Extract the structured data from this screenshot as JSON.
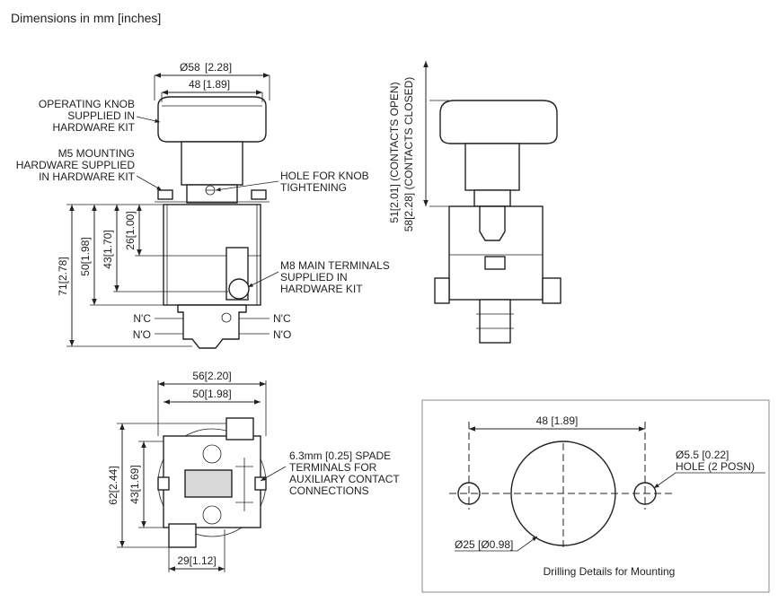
{
  "page": {
    "title": "Dimensions in mm [inches]"
  },
  "front_view": {
    "dia_knob": "Ø58",
    "dia_knob_in": "[2.28]",
    "knob_width": "48",
    "knob_width_in": "[1.89]",
    "note_knob": [
      "OPERATING KNOB",
      "SUPPLIED IN",
      "HARDWARE KIT"
    ],
    "note_mounting": [
      "M5 MOUNTING",
      "HARDWARE SUPPLIED",
      "IN HARDWARE KIT"
    ],
    "note_hole": [
      "HOLE FOR KNOB",
      "TIGHTENING"
    ],
    "note_terminals": [
      "M8 MAIN TERMINALS",
      "SUPPLIED IN",
      "HARDWARE KIT"
    ],
    "label_nc": "N'C",
    "label_no": "N'O",
    "dim_71": "71[2.78]",
    "dim_50": "50[1.98]",
    "dim_43": "43[1.70]",
    "dim_26": "26[1.00]"
  },
  "side_view": {
    "dim_open": "51[2.01] (CONTACTS OPEN)",
    "dim_closed": "58[2.28] (CONTACTS CLOSED)"
  },
  "top_view": {
    "width_56": "56[2.20]",
    "width_50": "50[1.98]",
    "height_62": "62[2.44]",
    "height_43": "43[1.69]",
    "width_29": "29[1.12]",
    "note_spade": [
      "6.3mm [0.25] SPADE",
      "TERMINALS FOR",
      "AUXILIARY CONTACT",
      "CONNECTIONS"
    ]
  },
  "drilling": {
    "spacing": "48 [1.89]",
    "hole_dia": "Ø5.5 [0.22]",
    "hole_note": "HOLE (2 POSN)",
    "center_dia": "Ø25 [Ø0.98]",
    "caption": "Drilling Details for Mounting"
  }
}
